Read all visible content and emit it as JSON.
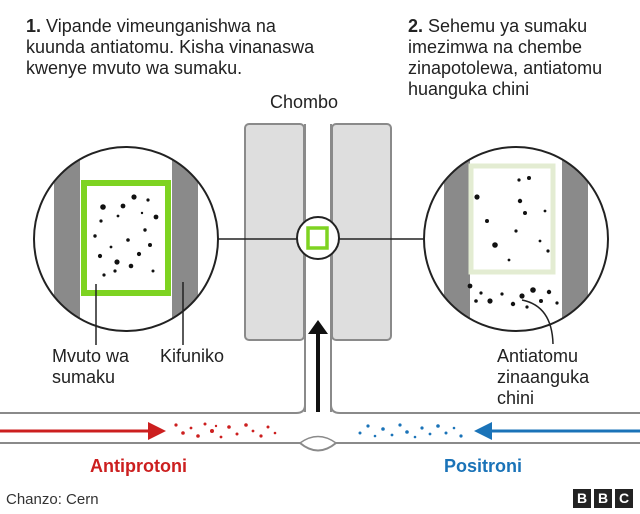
{
  "step1": {
    "number": "1.",
    "text": "Vipande vimeunganishwa na kuunda antiatomu. Kisha vinanaswa kwenye mvuto wa sumaku."
  },
  "step2": {
    "number": "2.",
    "text": "Sehemu ya sumaku imezimwa na chembe zinapotolewa, antiatomu huanguka chini"
  },
  "labels": {
    "container": "Chombo",
    "magnetic_trap": "Mvuto wa sumaku",
    "lid": "Kifuniko",
    "falling_antiatoms": "Antiatomu zinaanguka chini",
    "antiprotons": "Antiprotoni",
    "positrons": "Positroni"
  },
  "footer": {
    "source": "Chanzo: Cern",
    "logo": [
      "B",
      "B",
      "C"
    ]
  },
  "colors": {
    "trap_green": "#7ed321",
    "trap_faded": "#e3ecd2",
    "antiproton_red": "#cc1f1f",
    "positron_blue": "#1a73b8",
    "tube_gray": "#dedede",
    "wall_gray": "#8a8a8a"
  }
}
